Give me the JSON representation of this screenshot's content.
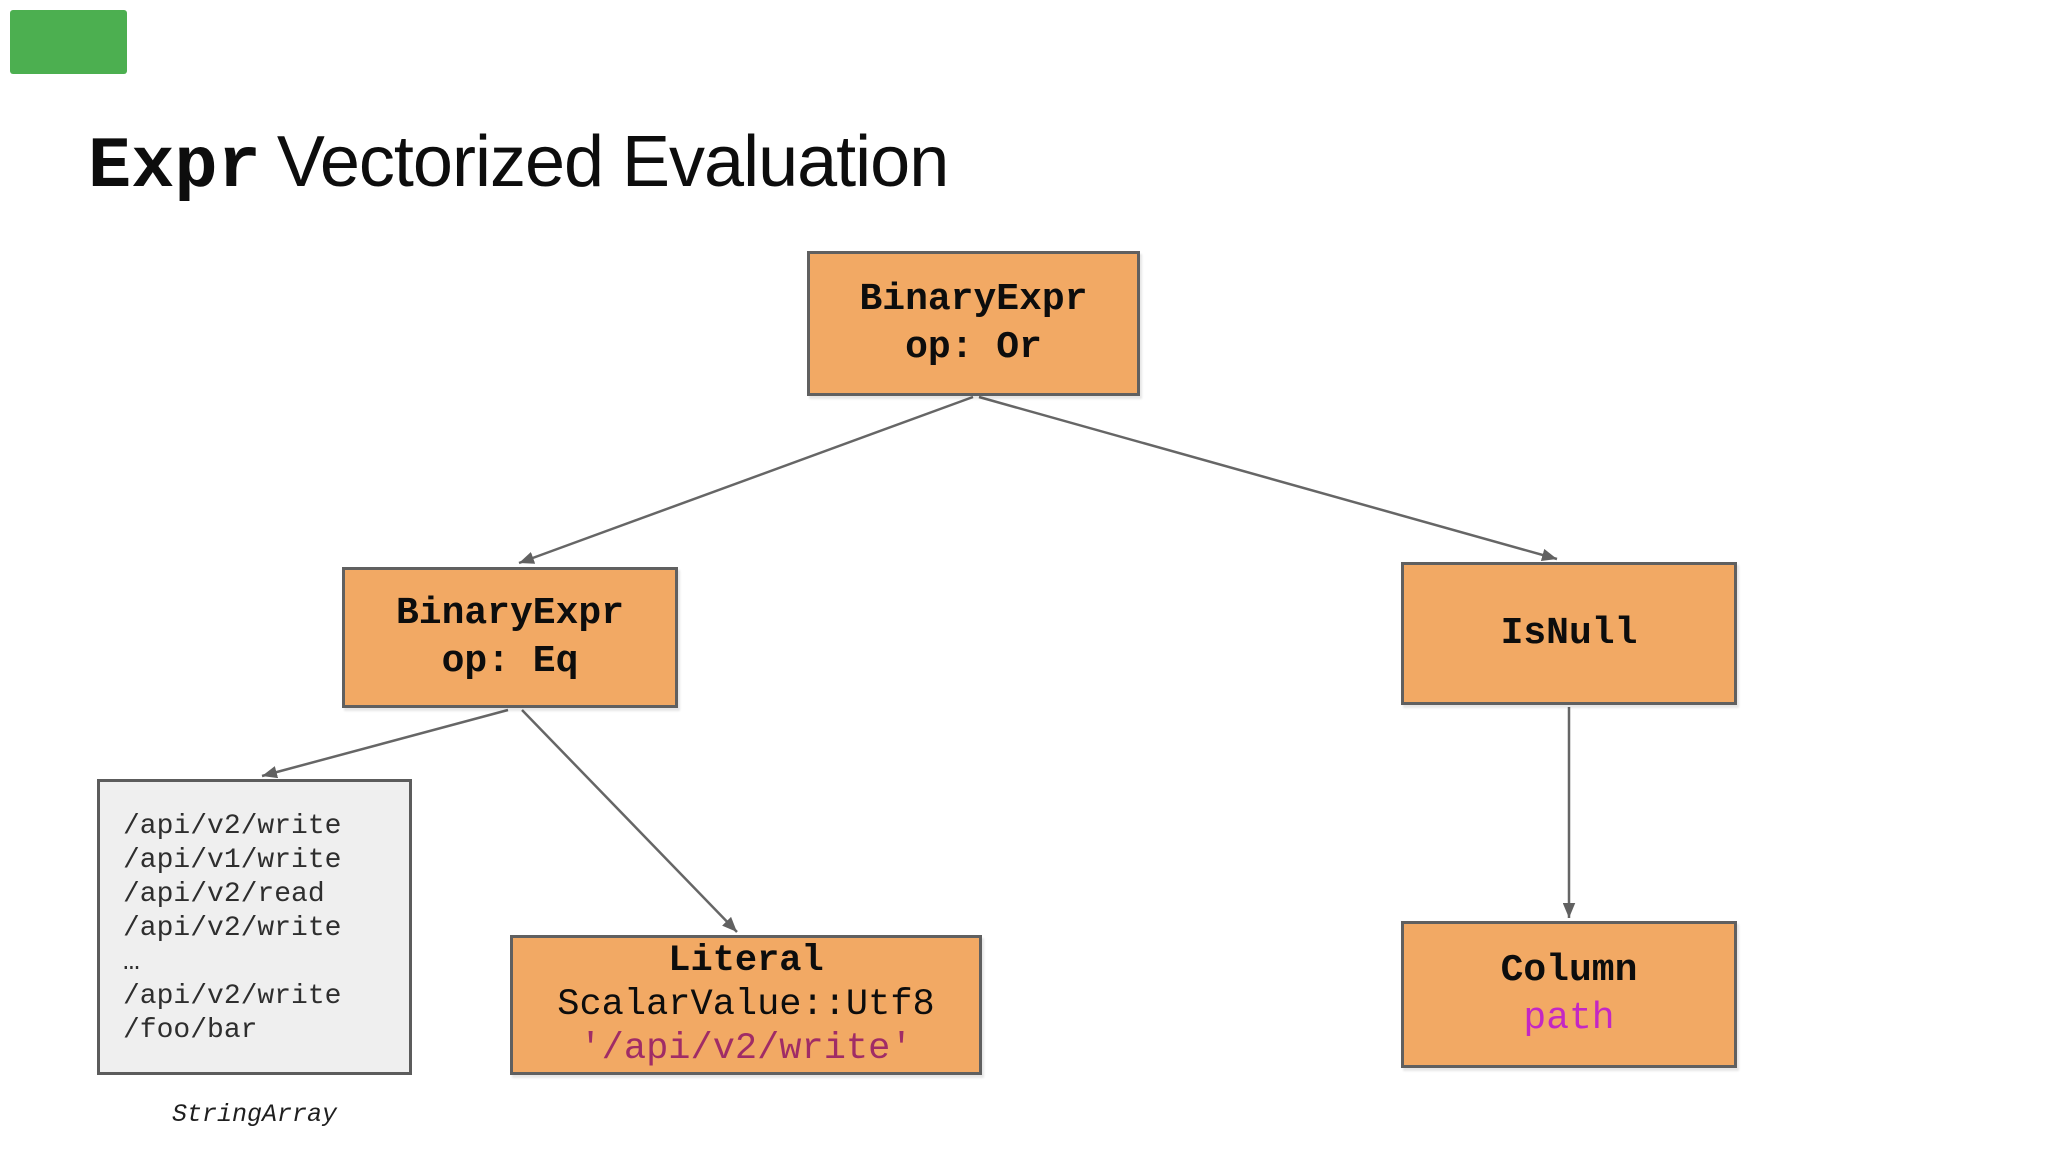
{
  "title": {
    "code": "Expr",
    "rest": "Vectorized Evaluation"
  },
  "nodes": {
    "or": {
      "line1": "BinaryExpr",
      "line2": "op: Or"
    },
    "eq": {
      "line1": "BinaryExpr",
      "line2": "op: Eq"
    },
    "isnull": {
      "label": "IsNull"
    },
    "literal": {
      "title": "Literal",
      "subtitle": "ScalarValue::Utf8",
      "value": "'/api/v2/write'"
    },
    "column": {
      "title": "Column",
      "value": "path"
    }
  },
  "array_box": {
    "values": [
      "/api/v2/write",
      "/api/v1/write",
      "/api/v2/read",
      "/api/v2/write",
      "…",
      "/api/v2/write",
      "/foo/bar"
    ],
    "caption": "StringArray"
  },
  "colors": {
    "node_fill": "#F2A964",
    "node_border": "#606060",
    "array_fill": "#EFEFEF",
    "array_border": "#5c5c5c",
    "literal_value_text": "#A02C66",
    "column_value_text": "#C427C4",
    "arrow": "#666666",
    "green_marker": "#4CAF50"
  }
}
